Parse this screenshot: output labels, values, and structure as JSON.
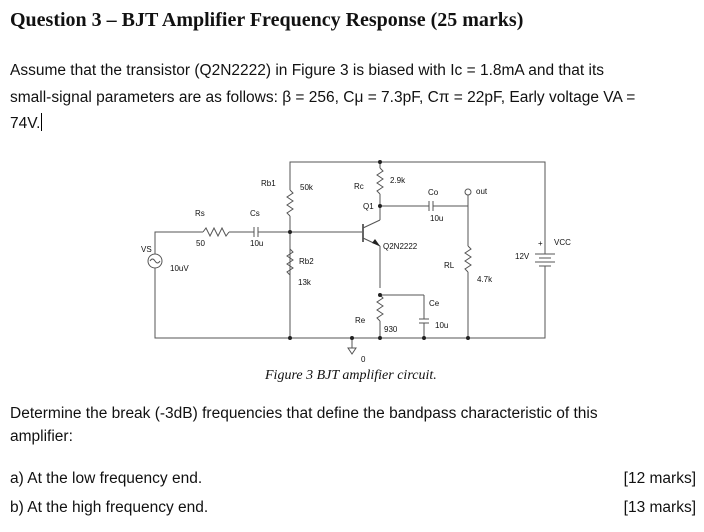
{
  "title": "Question 3 – BJT Amplifier Frequency Response (25 marks)",
  "intro": {
    "line1": "Assume that the transistor (Q2N2222) in Figure 3 is biased with Ic = 1.8mA and that its",
    "line2": "small-signal parameters are as follows: β = 256, Cμ = 7.3pF, Cπ = 22pF, Early voltage VA =",
    "line3": "74V."
  },
  "circuit": {
    "labels": {
      "rb1": "Rb1",
      "rb1_val": "50k",
      "rc": "Rc",
      "rc_val": "2.9k",
      "co": "Co",
      "co_val": "10u",
      "out": "out",
      "q1": "Q1",
      "q_part": "Q2N2222",
      "rs": "Rs",
      "rs_val": "50",
      "cs": "Cs",
      "cs_val": "10u",
      "vs": "VS",
      "vs_val": "10uV",
      "rb2": "Rb2",
      "rb2_val": "13k",
      "rl": "RL",
      "rl_val": "4.7k",
      "vcc": "VCC",
      "vcc_val": "12V",
      "plus": "+",
      "ce": "Ce",
      "ce_val": "10u",
      "re": "Re",
      "re_val": "930",
      "gnd": "0"
    }
  },
  "caption": "Figure 3 BJT amplifier circuit.",
  "prompt": {
    "line1": "Determine the break (-3dB) frequencies that define the bandpass characteristic of this",
    "line2": "amplifier:"
  },
  "parts": [
    {
      "text": "a)  At the low frequency end.",
      "marks": "[12 marks]"
    },
    {
      "text": "b)  At the high frequency end.",
      "marks": "[13 marks]"
    }
  ]
}
